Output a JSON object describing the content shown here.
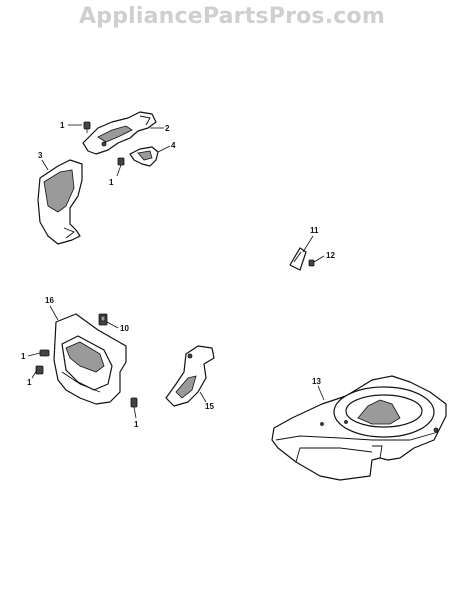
{
  "watermark": "AppliancePartsPros.com",
  "callouts": [
    {
      "id": "c1a",
      "label": "1"
    },
    {
      "id": "c2",
      "label": "2"
    },
    {
      "id": "c3",
      "label": "3"
    },
    {
      "id": "c4",
      "label": "4"
    },
    {
      "id": "c1b",
      "label": "1"
    },
    {
      "id": "c11",
      "label": "11"
    },
    {
      "id": "c12",
      "label": "12"
    },
    {
      "id": "c16",
      "label": "16"
    },
    {
      "id": "c10",
      "label": "10"
    },
    {
      "id": "c1c",
      "label": "1"
    },
    {
      "id": "c1d",
      "label": "1"
    },
    {
      "id": "c15",
      "label": "15"
    },
    {
      "id": "c1e",
      "label": "1"
    },
    {
      "id": "c13",
      "label": "13"
    }
  ]
}
